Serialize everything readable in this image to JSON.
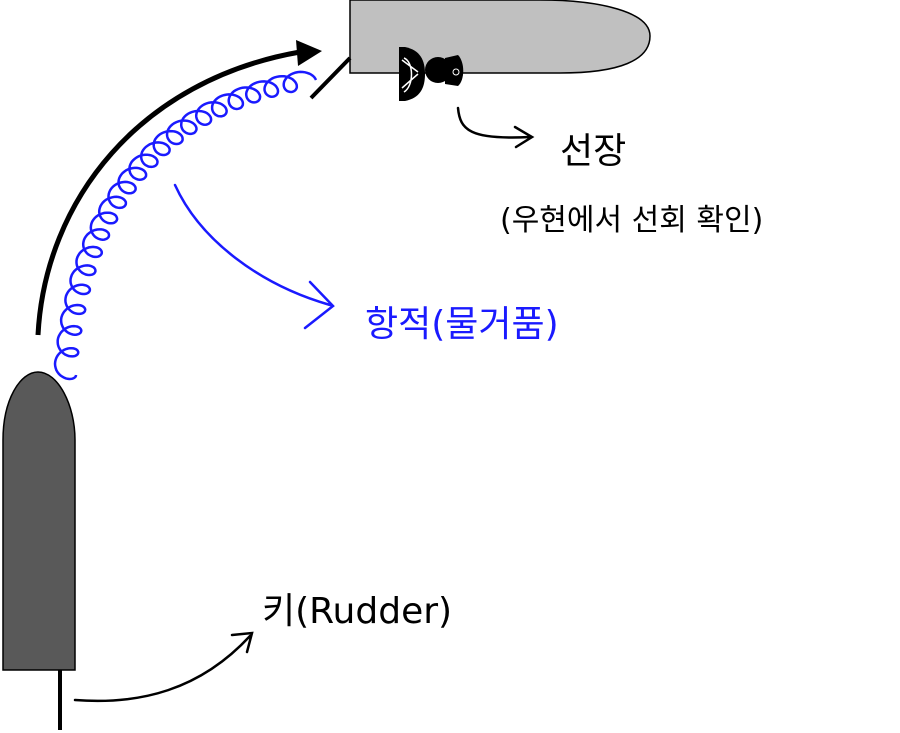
{
  "labels": {
    "captain": "선장",
    "captain_note": "(우현에서 선회 확인)",
    "wake": "항적(물거품)",
    "rudder": "키(Rudder)"
  },
  "colors": {
    "ship_top": "#c0c0c0",
    "ship_bottom": "#595959",
    "wake": "#1a1aff",
    "ink": "#000000"
  }
}
